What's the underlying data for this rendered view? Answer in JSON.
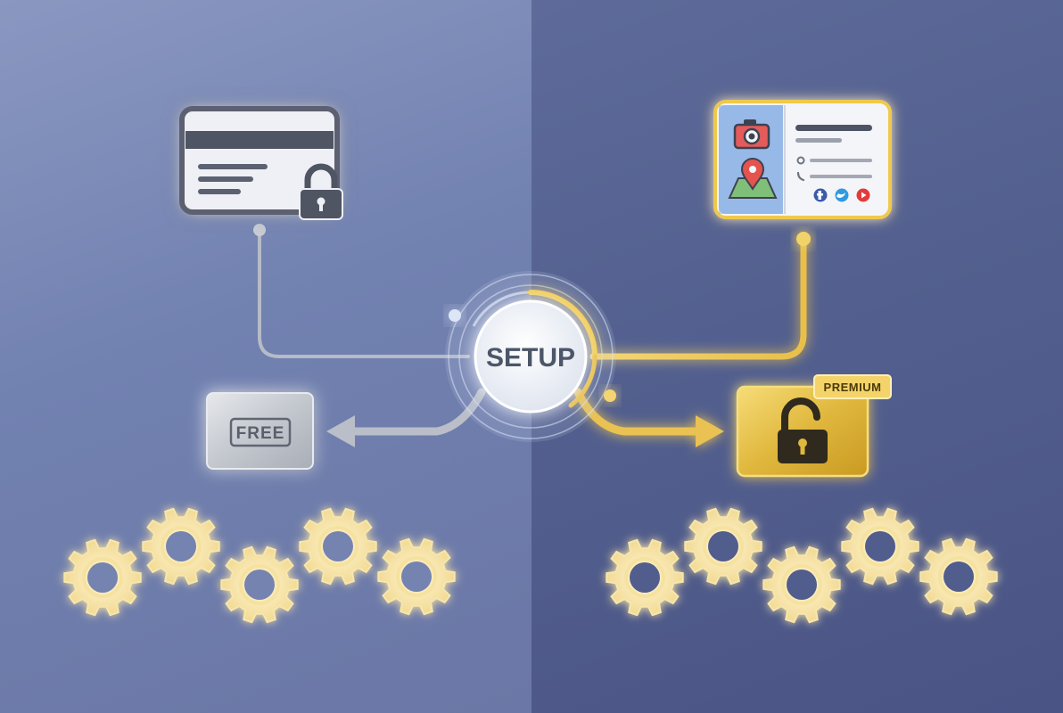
{
  "hub": {
    "label": "SETUP"
  },
  "free_tier": {
    "badge": "FREE"
  },
  "premium_tier": {
    "badge": "PREMIUM"
  },
  "colors": {
    "gold": "#e8c14a",
    "gold_dark": "#b88a1c",
    "silver": "#c9ccd2",
    "connector_gray": "#b7bcc6",
    "background_left": "#7e8ab7",
    "background_right": "#525e8f",
    "camera_red": "#e35b5b",
    "map_pin_red": "#e4534d"
  },
  "icons": {
    "locked_card": "credit-card-lock-icon",
    "profile_card": "business-profile-card-icon",
    "unlocked_padlock": "padlock-open-icon",
    "gears": "gear-icon"
  }
}
